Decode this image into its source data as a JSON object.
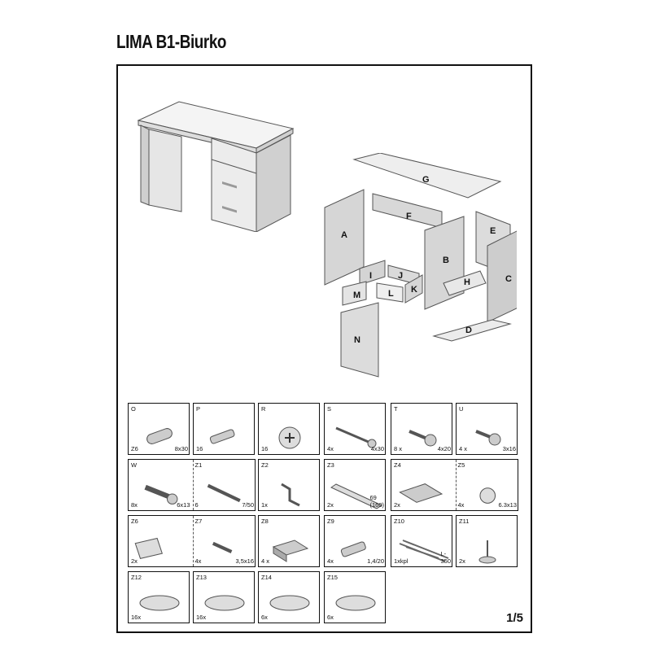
{
  "title": "LIMA  B1-Biurko",
  "page": "1/5",
  "parts": {
    "A": "A",
    "B": "B",
    "C": "C",
    "D": "D",
    "E": "E",
    "F": "F",
    "G": "G",
    "H": "H",
    "I": "I",
    "J": "J",
    "K": "K",
    "L": "L",
    "M": "M",
    "N": "N"
  },
  "hardware": [
    {
      "code": "O",
      "qty": "Z6",
      "size": "8x30"
    },
    {
      "code": "P",
      "qty": "16",
      "size": ""
    },
    {
      "code": "R",
      "qty": "16",
      "size": ""
    },
    {
      "code": "S",
      "qty": "4x",
      "size": "4x30"
    },
    {
      "code": "T",
      "qty": "8 x",
      "size": "4x20"
    },
    {
      "code": "U",
      "qty": "4 x",
      "size": "3x16"
    },
    {
      "code": "W",
      "qty": "8x",
      "size": "6x13"
    },
    {
      "code": "Z1",
      "qty": "6",
      "size": "7/50"
    },
    {
      "code": "Z2",
      "qty": "1x",
      "size": ""
    },
    {
      "code": "Z3",
      "qty": "2x",
      "size": "69 (160)"
    },
    {
      "code": "Z4",
      "qty": "2x",
      "size": ""
    },
    {
      "code": "Z5",
      "qty": "4x",
      "size": "6.3x13"
    },
    {
      "code": "Z6",
      "qty": "2x",
      "size": ""
    },
    {
      "code": "Z7",
      "qty": "4x",
      "size": "3,5x16"
    },
    {
      "code": "Z8",
      "qty": "4 x",
      "size": ""
    },
    {
      "code": "Z9",
      "qty": "4x",
      "size": "1,4/20"
    },
    {
      "code": "Z10",
      "qty": "1xkpl",
      "size": "L-350"
    },
    {
      "code": "Z11",
      "qty": "2x",
      "size": ""
    },
    {
      "code": "Z12",
      "qty": "16x",
      "size": ""
    },
    {
      "code": "Z13",
      "qty": "16x",
      "size": ""
    },
    {
      "code": "Z14",
      "qty": "6x",
      "size": ""
    },
    {
      "code": "Z15",
      "qty": "6x",
      "size": ""
    }
  ]
}
